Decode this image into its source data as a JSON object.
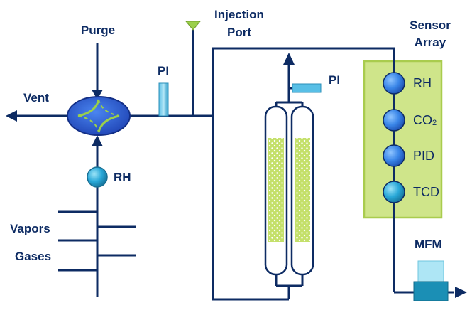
{
  "labels": {
    "purge": "Purge",
    "vent": "Vent",
    "pi_left": "PI",
    "injection_port_line1": "Injection",
    "injection_port_line2": "Port",
    "pi_right": "PI",
    "sensor_array_line1": "Sensor",
    "sensor_array_line2": "Array",
    "rh_inlet": "RH",
    "vapors": "Vapors",
    "gases": "Gases",
    "mfm": "MFM"
  },
  "sensors": [
    {
      "name": "RH",
      "main": "RH",
      "sub": ""
    },
    {
      "name": "CO2",
      "main": "CO",
      "sub": "2"
    },
    {
      "name": "PID",
      "main": "PID",
      "sub": ""
    },
    {
      "name": "TCD",
      "main": "TCD",
      "sub": ""
    }
  ],
  "colors": {
    "line": "#0d2b63",
    "sensor_panel_fill": "#cfe58a",
    "sensor_panel_stroke": "#a9cc4e",
    "sensor_ball": "#3a86e8",
    "rh_ball": "#29a8d8",
    "valve_fill": "#2b5fd9",
    "valve_groove": "#9bd04a",
    "pi_gauge": "#36a9d6",
    "injection_port": "#9bd04a",
    "column_packing": "#c4e06a",
    "mfm_top": "#aee6f5",
    "mfm_base": "#1b8fb5"
  }
}
